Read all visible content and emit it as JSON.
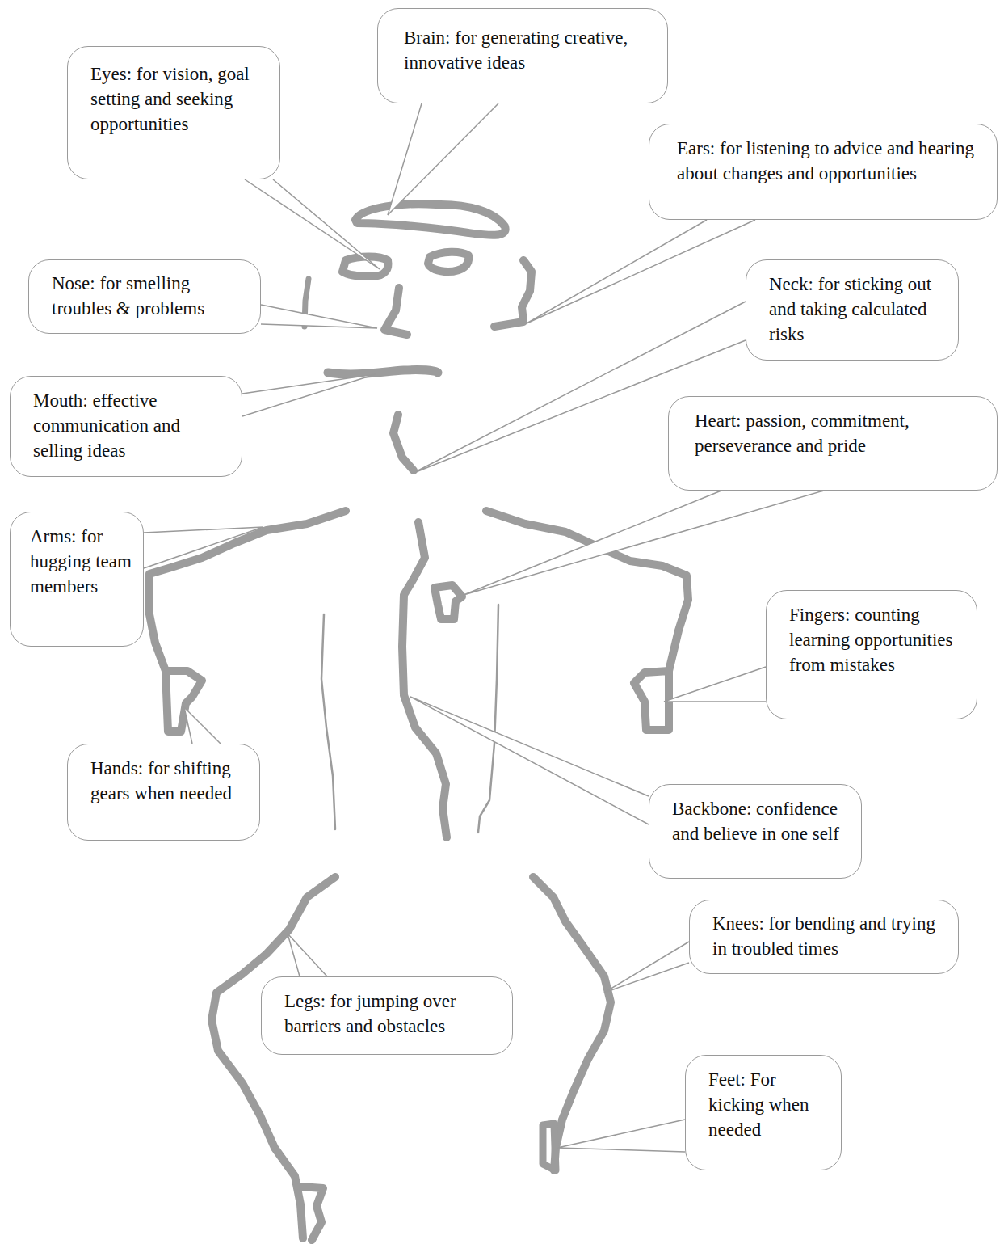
{
  "diagram": {
    "nodes": [
      {
        "text": [
          "Brain: for generating creative, innovative ideas"
        ]
      },
      {
        "text": [
          "Eyes: for vision, goal setting and seeking opportunities"
        ]
      },
      {
        "text": [
          "Ears: for listening to advice and hearing about changes and opportunities"
        ]
      },
      {
        "text": [
          "Nose: for smelling troubles & problems"
        ]
      },
      {
        "text": [
          "Neck: for sticking out and taking calculated risks"
        ]
      },
      {
        "text": [
          "Mouth: effective communication and selling ideas"
        ]
      },
      {
        "text": [
          "Heart: passion, commitment, perseverance and pride"
        ]
      },
      {
        "text": [
          "Arms: for hugging team members"
        ]
      },
      {
        "text": [
          "Fingers: counting learning opportunities from mistakes"
        ]
      },
      {
        "text": [
          "Hands: for shifting gears when needed"
        ]
      },
      {
        "text": [
          "Backbone: confidence and believe in one self"
        ]
      },
      {
        "text": [
          "Knees: for bending and trying in troubled times"
        ]
      },
      {
        "text": [
          "Legs: for jumping over barriers and obstacles"
        ]
      },
      {
        "text": [
          "Feet: For kicking when needed"
        ]
      }
    ]
  }
}
